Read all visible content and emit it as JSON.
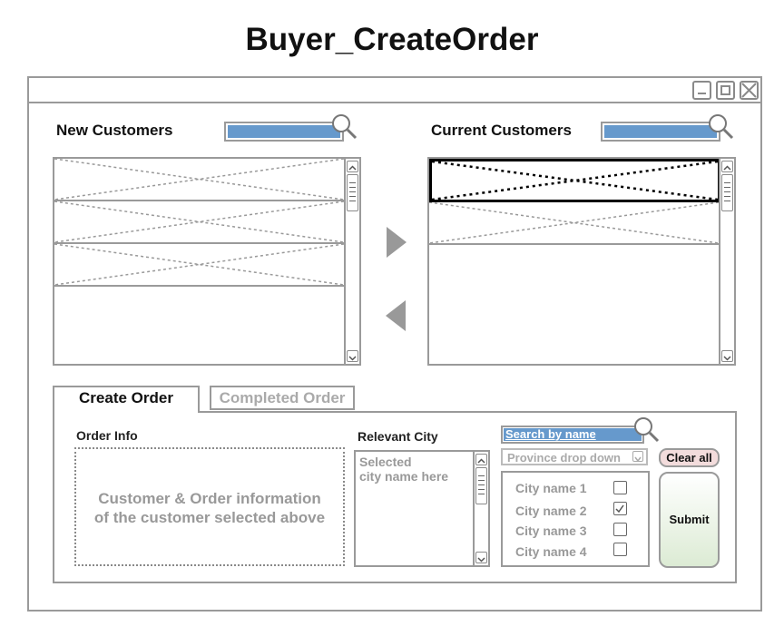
{
  "page": {
    "title": "Buyer_CreateOrder"
  },
  "window": {
    "controls": [
      "minimize-icon",
      "maximize-icon",
      "close-icon"
    ]
  },
  "new_customers": {
    "label": "New Customers",
    "search_icon": "magnifier-icon"
  },
  "current_customers": {
    "label": "Current Customers",
    "search_icon": "magnifier-icon"
  },
  "transfer": {
    "right_icon": "triangle-right-icon",
    "left_icon": "triangle-left-icon"
  },
  "tabs": [
    {
      "label": "Create Order",
      "active": true
    },
    {
      "label": "Completed Order",
      "active": false
    }
  ],
  "order_info": {
    "label": "Order Info",
    "placeholder": "Customer & Order information\nof the customer selected above"
  },
  "relevant_city": {
    "label": "Relevant City",
    "placeholder": "Selected\ncity name here"
  },
  "filters": {
    "search_placeholder": "Search by name",
    "province_placeholder": "Province drop down",
    "clear_label": "Clear all"
  },
  "cities": [
    {
      "name": "City name 1",
      "checked": false
    },
    {
      "name": "City name 2",
      "checked": true
    },
    {
      "name": "City name 3",
      "checked": false
    },
    {
      "name": "City name 4",
      "checked": false
    }
  ],
  "submit_label": "Submit",
  "colors": {
    "search_fill": "#6699cc",
    "clear_bg": "#f3dcdc",
    "submit_bottom": "#dcebd4",
    "muted_text": "#999999"
  }
}
